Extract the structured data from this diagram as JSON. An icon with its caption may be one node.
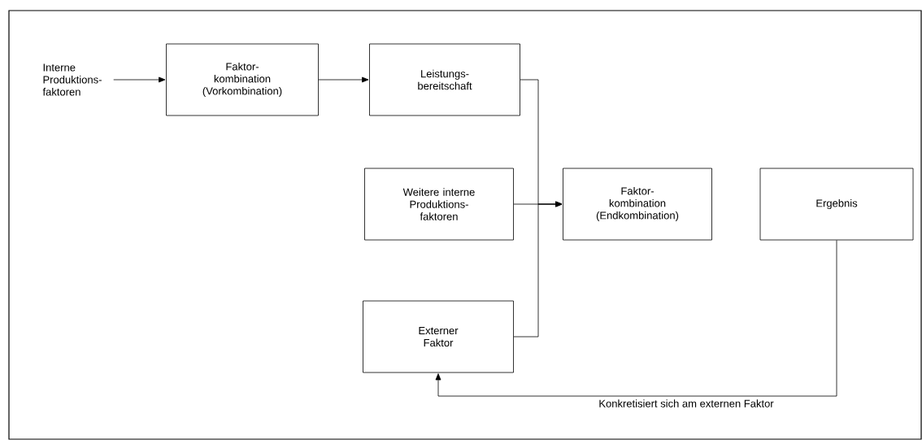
{
  "diagram": {
    "nodes": [
      {
        "text": [
          "Interne Produktions- faktoren"
        ]
      },
      {
        "text": [
          "Faktor- kombination (Vorkombination)"
        ]
      },
      {
        "text": [
          "Leistungs- bereitschaft"
        ]
      },
      {
        "text": [
          "Weitere interne Produktions- faktoren"
        ]
      },
      {
        "text": [
          "Faktor- kombination (Endkombination)"
        ]
      },
      {
        "text": [
          "Ergebnis"
        ]
      },
      {
        "text": [
          "Externer Faktor"
        ]
      }
    ],
    "edges": [
      {
        "from": 0,
        "to": 1,
        "arrow": "to"
      },
      {
        "from": 1,
        "to": 2,
        "arrow": "to"
      },
      {
        "from": 2,
        "to": 4,
        "arrow": "to"
      },
      {
        "from": 3,
        "to": 4,
        "arrow": "to"
      },
      {
        "from": 6,
        "to": 4,
        "arrow": "to"
      },
      {
        "from": 5,
        "to": 6,
        "arrow": "to",
        "label": "Konkretisiert sich am externen Faktor"
      }
    ]
  }
}
